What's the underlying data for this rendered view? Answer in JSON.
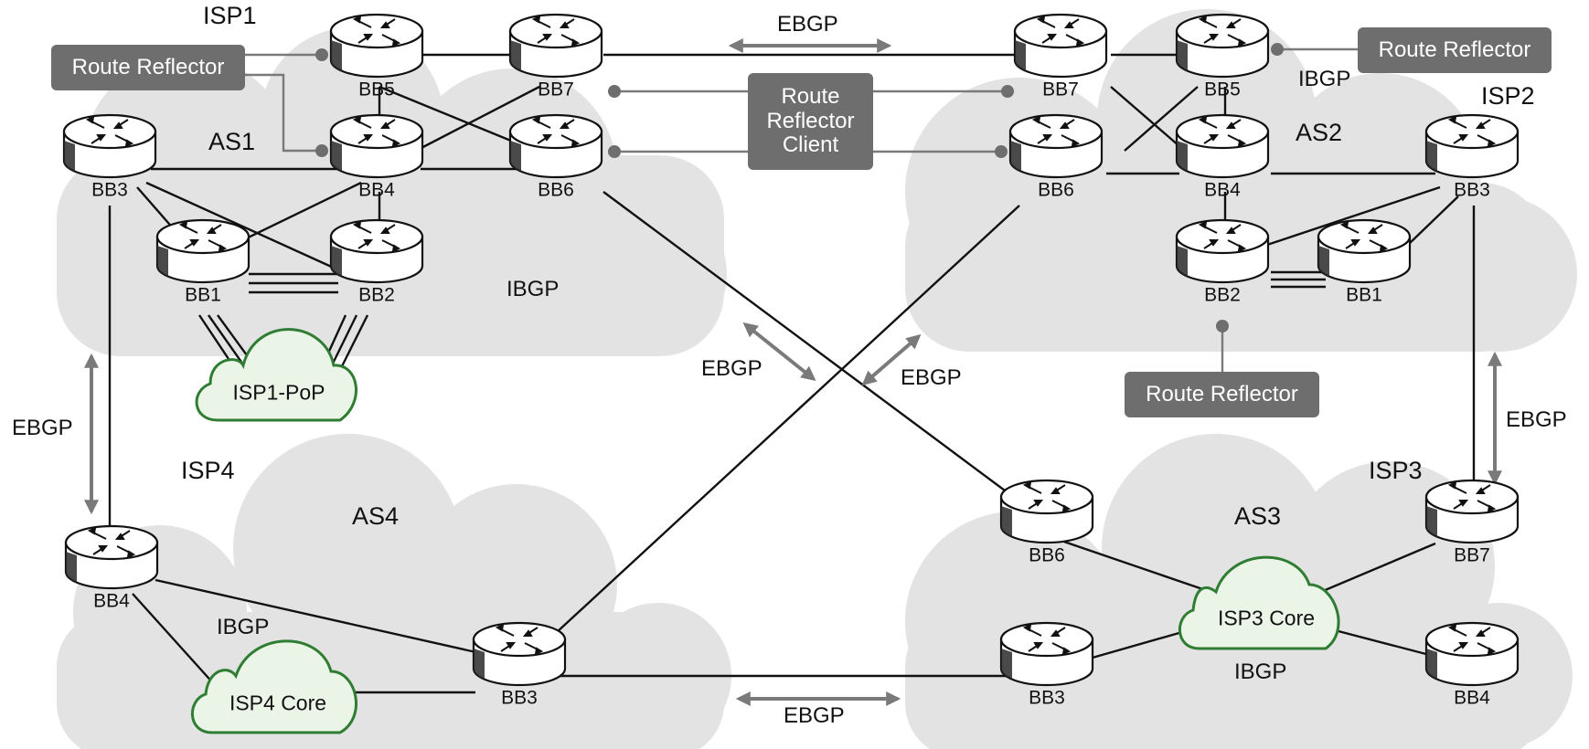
{
  "isps": {
    "isp1": {
      "name": "ISP1",
      "as": "AS1",
      "ibgp": "IBGP"
    },
    "isp2": {
      "name": "ISP2",
      "as": "AS2",
      "ibgp": "IBGP"
    },
    "isp3": {
      "name": "ISP3",
      "as": "AS3",
      "ibgp": "IBGP"
    },
    "isp4": {
      "name": "ISP4",
      "as": "AS4",
      "ibgp": "IBGP"
    }
  },
  "clouds": {
    "isp1_pop": "ISP1-PoP",
    "isp3_core": "ISP3 Core",
    "isp4_core": "ISP4 Core"
  },
  "routers": {
    "isp1": {
      "bb1": "BB1",
      "bb2": "BB2",
      "bb3": "BB3",
      "bb4": "BB4",
      "bb5": "BB5",
      "bb6": "BB6",
      "bb7": "BB7"
    },
    "isp2": {
      "bb1": "BB1",
      "bb2": "BB2",
      "bb3": "BB3",
      "bb4": "BB4",
      "bb5": "BB5",
      "bb6": "BB6",
      "bb7": "BB7"
    },
    "isp3": {
      "bb3": "BB3",
      "bb4": "BB4",
      "bb6": "BB6",
      "bb7": "BB7"
    },
    "isp4": {
      "bb3": "BB3",
      "bb4": "BB4"
    }
  },
  "boxes": {
    "rr_isp1": "Route Reflector",
    "rr_isp2_top": "Route Reflector",
    "rr_isp2_bottom": "Route Reflector",
    "rr_client": [
      "Route",
      "Reflector",
      "Client"
    ]
  },
  "ebgp": {
    "top": "EBGP",
    "left": "EBGP",
    "right": "EBGP",
    "bottom": "EBGP",
    "center_left": "EBGP",
    "center_right": "EBGP"
  },
  "colors": {
    "cloud": "#e3e3e3",
    "small_cloud_fill": "#ebf5e7",
    "small_cloud_stroke": "#2e7d32",
    "box": "#6e6e6e",
    "arrow": "#7a7a7a",
    "line": "#111111"
  }
}
